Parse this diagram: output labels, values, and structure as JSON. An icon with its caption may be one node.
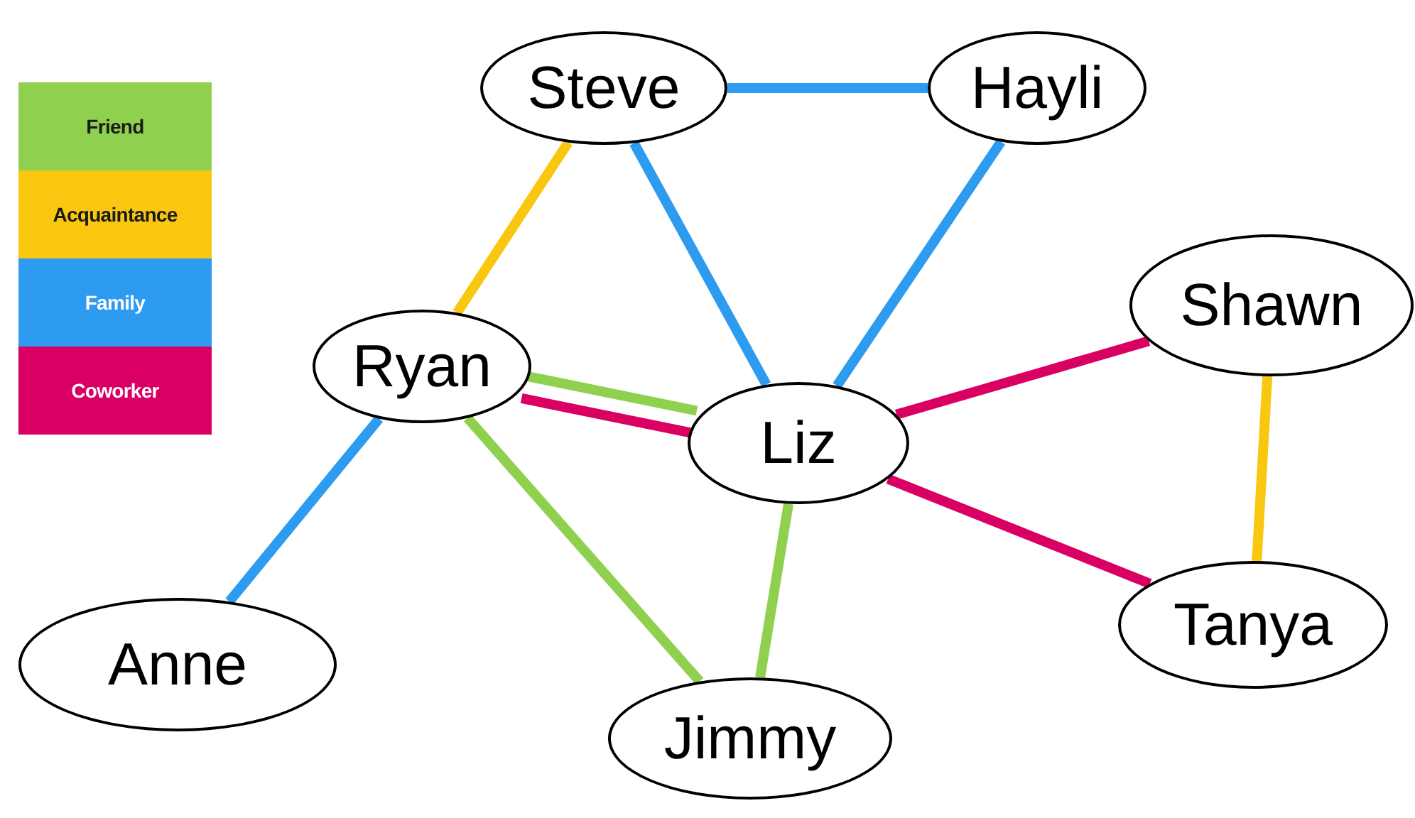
{
  "diagram": {
    "nodes": [
      {
        "text": [
          "Steve"
        ]
      },
      {
        "text": [
          "Hayli"
        ]
      },
      {
        "text": [
          "Shawn"
        ]
      },
      {
        "text": [
          "Ryan"
        ]
      },
      {
        "text": [
          "Liz"
        ]
      },
      {
        "text": [
          "Tanya"
        ]
      },
      {
        "text": [
          "Anne"
        ]
      },
      {
        "text": [
          "Jimmy"
        ]
      }
    ],
    "edges": [
      {
        "from": 0,
        "to": 1,
        "arrow": "none",
        "color": "#2d9bf0"
      },
      {
        "from": 0,
        "to": 3,
        "arrow": "none",
        "color": "#fac710"
      },
      {
        "from": 0,
        "to": 4,
        "arrow": "none",
        "color": "#2d9bf0"
      },
      {
        "from": 1,
        "to": 4,
        "arrow": "none",
        "color": "#2d9bf0"
      },
      {
        "from": 2,
        "to": 4,
        "arrow": "none",
        "color": "#da0063"
      },
      {
        "from": 2,
        "to": 5,
        "arrow": "none",
        "color": "#fac710"
      },
      {
        "from": 3,
        "to": 4,
        "arrow": "none",
        "color": "#8fd14f"
      },
      {
        "from": 3,
        "to": 4,
        "arrow": "none",
        "color": "#da0063"
      },
      {
        "from": 3,
        "to": 6,
        "arrow": "none",
        "color": "#2d9bf0"
      },
      {
        "from": 3,
        "to": 7,
        "arrow": "none",
        "color": "#8fd14f"
      },
      {
        "from": 4,
        "to": 7,
        "arrow": "none",
        "color": "#8fd14f"
      },
      {
        "from": 4,
        "to": 5,
        "arrow": "none",
        "color": "#da0063"
      }
    ],
    "legend": [
      {
        "text": "Friend",
        "color": "#8fd14f"
      },
      {
        "text": "Acquaintance",
        "color": "#fac710"
      },
      {
        "text": "Family",
        "color": "#2d9bf0"
      },
      {
        "text": "Coworker",
        "color": "#da0063"
      }
    ]
  }
}
